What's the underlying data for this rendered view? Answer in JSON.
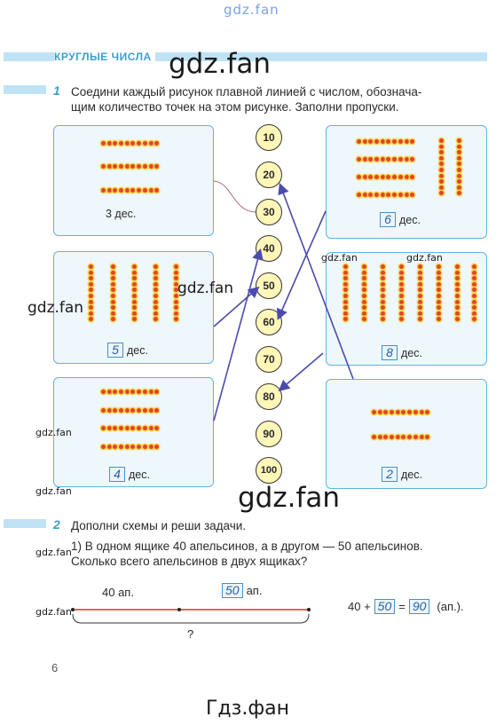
{
  "watermarks": {
    "top": "gdz.fan",
    "main": "gdz.fan",
    "side": "gdz.fan",
    "footer": "Гдз.фан"
  },
  "section": {
    "title": "КРУГЛЫЕ ЧИСЛА"
  },
  "task1": {
    "number": "1",
    "text_line1": "Соедини каждый рисунок плавной линией с числом, обознача-",
    "text_line2": "щим количество точек на этом рисунке. Заполни пропуски.",
    "cards": [
      {
        "label": "3 дес."
      },
      {
        "answer": "6",
        "unit": "дес."
      },
      {
        "answer": "5",
        "unit": "дес."
      },
      {
        "answer": "8",
        "unit": "дес."
      },
      {
        "answer": "4",
        "unit": "дес."
      },
      {
        "answer": "2",
        "unit": "дес."
      }
    ],
    "numbers": [
      "10",
      "20",
      "30",
      "40",
      "50",
      "60",
      "70",
      "80",
      "90",
      "100"
    ]
  },
  "task2": {
    "number": "2",
    "text": "Дополни схемы и реши задачи.",
    "problem_line1": "1) В одном ящике 40 апельсинов, а в другом — 50 апельсинов.",
    "problem_line2": "Сколько всего апельсинов в двух ящиках?",
    "segment1_label": "40 ап.",
    "segment2_answer": "50",
    "segment2_unit": "ап.",
    "total_label": "?",
    "equation_left": "40 +",
    "equation_answer1": "50",
    "equation_equals": "=",
    "equation_answer2": "90",
    "equation_unit": "(ап.)."
  },
  "page_number": "6",
  "colors": {
    "accent": "#3b9ed0",
    "card_border": "#5eb6e0",
    "arrow": "#4a4ab0",
    "dot": "#e0442a"
  }
}
